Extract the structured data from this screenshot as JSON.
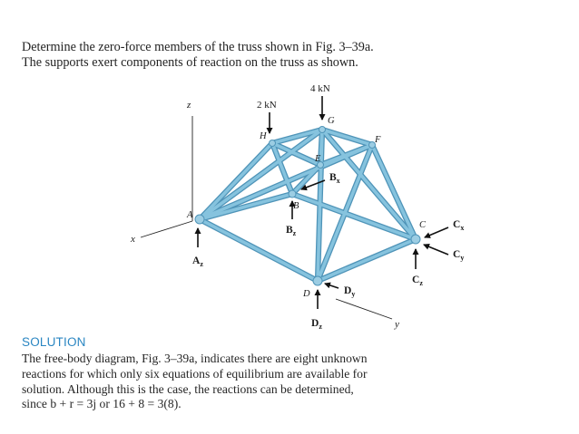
{
  "problem": {
    "line1": "Determine the zero-force members of the truss shown in Fig. 3–39a.",
    "line2": "The supports exert components of reaction on the truss as shown."
  },
  "figure": {
    "loads": {
      "g": "4 kN",
      "h": "2 kN"
    },
    "axes": {
      "z": "z",
      "x": "x",
      "y": "y"
    },
    "nodes": {
      "a": "A",
      "b": "B",
      "c": "C",
      "d": "D",
      "e": "E",
      "f": "F",
      "g": "G",
      "h": "H"
    },
    "reactions": {
      "az": "A",
      "az_sub": "z",
      "bx": "B",
      "bx_sub": "x",
      "bz": "B",
      "bz_sub": "z",
      "cx": "C",
      "cx_sub": "x",
      "cy": "C",
      "cy_sub": "y",
      "cz": "C",
      "cz_sub": "z",
      "dy": "D",
      "dy_sub": "y",
      "dz": "D",
      "dz_sub": "z"
    },
    "member_color": "#86c3de",
    "member_edge": "#4f94b8"
  },
  "solution": {
    "heading": "SOLUTION",
    "line1": "The free-body diagram, Fig. 3–39a, indicates there are eight unknown",
    "line2": "reactions for which only six equations of equilibrium are available for",
    "line3": "solution. Although this is the case, the reactions can be determined,",
    "line4": "since b + r = 3j or 16 + 8 = 3(8)."
  },
  "accent_color": "#2a86c2"
}
